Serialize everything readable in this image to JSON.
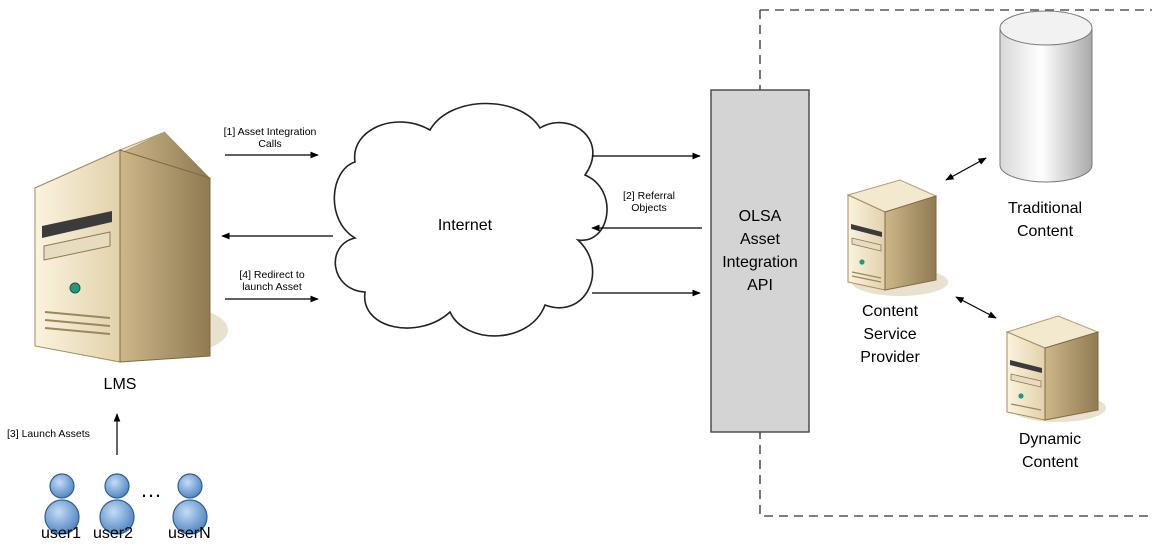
{
  "lms": {
    "label": "LMS"
  },
  "internet": {
    "label": "Internet"
  },
  "api": {
    "line1": "OLSA",
    "line2": "Asset",
    "line3": "Integration",
    "line4": "API"
  },
  "csp": {
    "line1": "Content",
    "line2": "Service",
    "line3": "Provider"
  },
  "traditional": {
    "line1": "Traditional",
    "line2": "Content"
  },
  "dynamic": {
    "line1": "Dynamic",
    "line2": "Content"
  },
  "steps": {
    "s1_line1": "[1] Asset Integration",
    "s1_line2": "Calls",
    "s2_line1": "[2] Referral",
    "s2_line2": "Objects",
    "s3": "[3] Launch Assets",
    "s4_line1": "[4] Redirect to",
    "s4_line2": "launch Asset"
  },
  "users": {
    "u1": "user1",
    "u2": "user2",
    "ellipsis": "…",
    "uN": "userN"
  }
}
